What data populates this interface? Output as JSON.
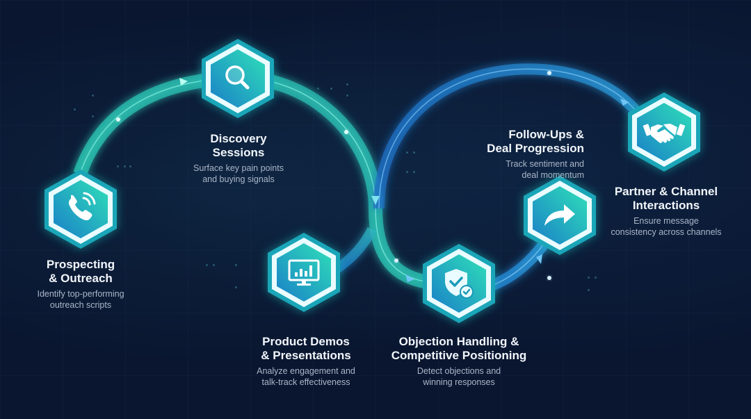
{
  "diagram": {
    "type": "process-flow",
    "colors": {
      "background": "#0a1630",
      "accent_teal": "#2ed3b7",
      "accent_blue": "#1e88d6",
      "hex_border": "#e8fbff",
      "title_text": "#f2f6fb",
      "desc_text": "#aab6c8"
    },
    "steps": [
      {
        "title_line1": "Prospecting",
        "title_line2": "& Outreach",
        "desc_line1": "Identify top-performing",
        "desc_line2": "outreach scripts",
        "icon": "phone-icon"
      },
      {
        "title_line1": "Discovery",
        "title_line2": "Sessions",
        "desc_line1": "Surface key pain points",
        "desc_line2": "and buying signals",
        "icon": "search-icon"
      },
      {
        "title_line1": "Product Demos",
        "title_line2": "& Presentations",
        "desc_line1": "Analyze engagement and",
        "desc_line2": "talk-track effectiveness",
        "icon": "monitor-chart-icon"
      },
      {
        "title_line1": "Objection Handling &",
        "title_line2": "Competitive Positioning",
        "desc_line1": "Detect objections and",
        "desc_line2": "winning responses",
        "icon": "shield-check-icon"
      },
      {
        "title_line1": "Follow-Ups &",
        "title_line2": "Deal Progression",
        "desc_line1": "Track sentiment and",
        "desc_line2": "deal momentum",
        "icon": "forward-arrow-icon"
      },
      {
        "title_line1": "Partner & Channel",
        "title_line2": "Interactions",
        "desc_line1": "Ensure message",
        "desc_line2": "consistency across channels",
        "icon": "handshake-icon"
      }
    ]
  }
}
